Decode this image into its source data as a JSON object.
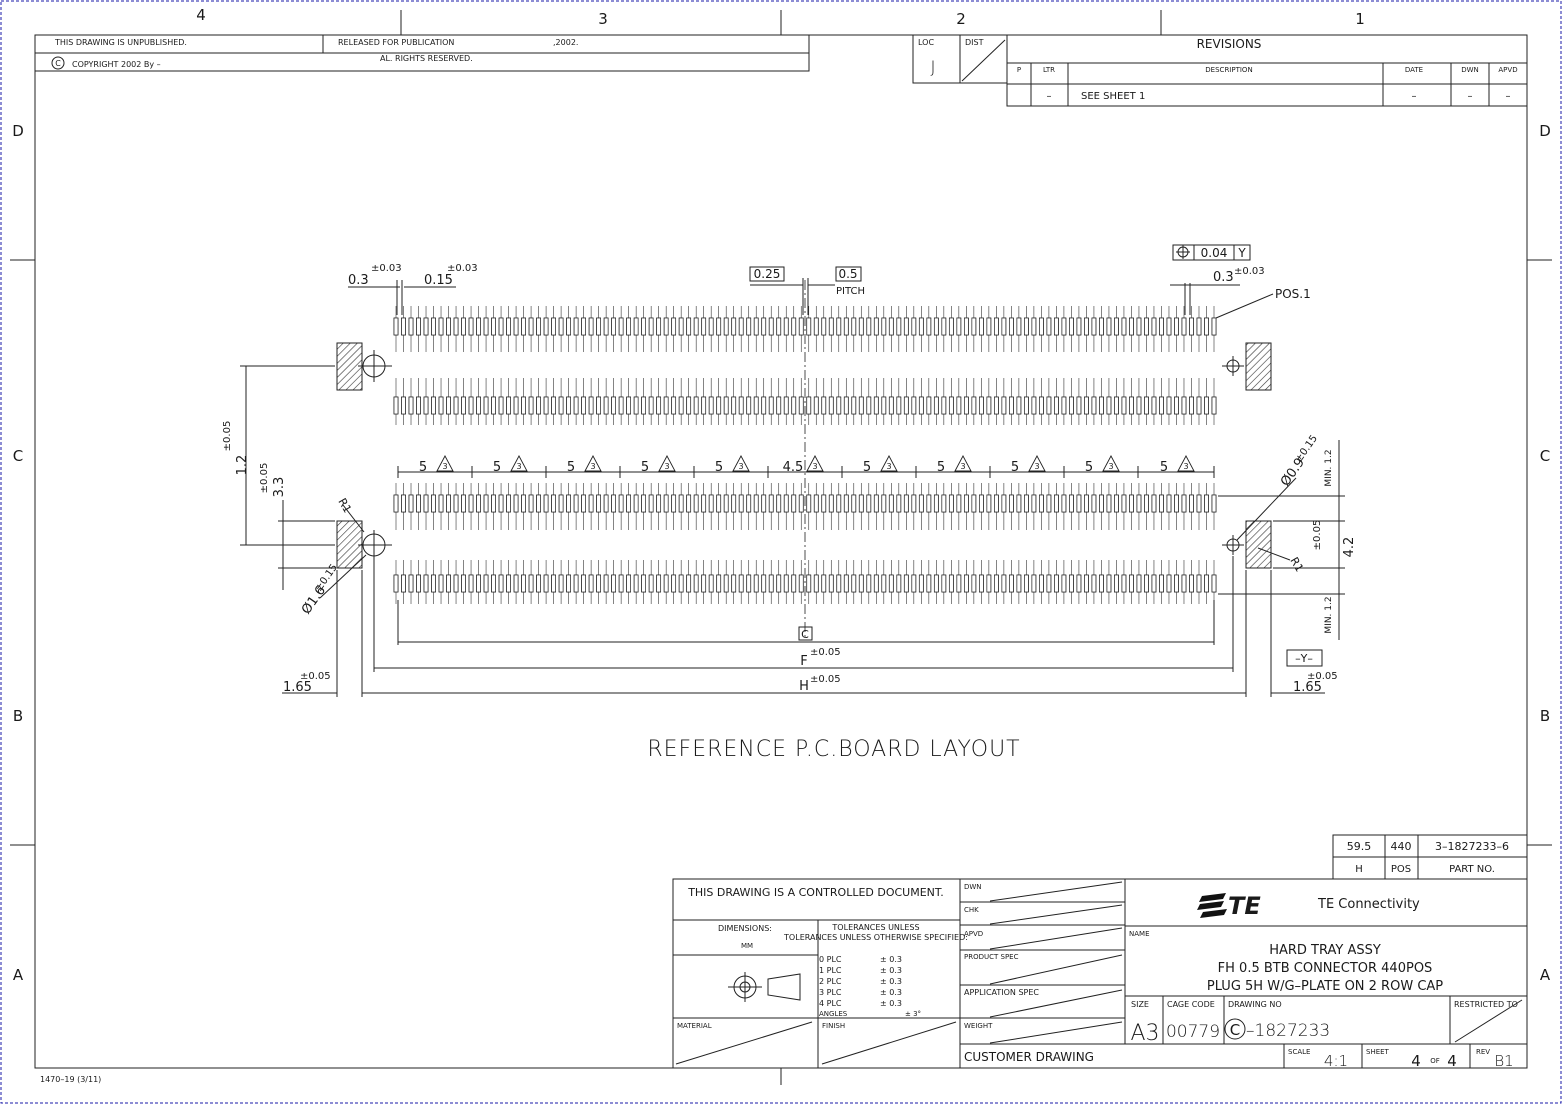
{
  "border": {
    "columns": [
      "4",
      "3",
      "2",
      "1"
    ],
    "rows": [
      "D",
      "C",
      "B",
      "A"
    ]
  },
  "top_block": {
    "unpublished": "THIS DRAWING IS UNPUBLISHED.",
    "released": "RELEASED FOR PUBLICATION",
    "year": ",2002.",
    "copyright": "COPYRIGHT 2002 By –",
    "rights": "AL. RIGHTS RESERVED."
  },
  "loc_dist": {
    "loc_label": "LOC",
    "loc_value": "J",
    "dist_label": "DIST"
  },
  "revisions": {
    "title": "REVISIONS",
    "headers": [
      "P",
      "LTR",
      "DESCRIPTION",
      "DATE",
      "DWN",
      "APVD"
    ],
    "row": [
      "",
      "–",
      "SEE SHEET 1",
      "–",
      "–",
      "–"
    ]
  },
  "drawing": {
    "title": "REFERENCE P.C.BOARD LAYOUT",
    "pos1": "POS.1",
    "pitch": "PITCH",
    "dim_c": "C",
    "dim_f": "F",
    "dim_h": "H",
    "datum_y": "–Y–",
    "fcf_value": "0.04",
    "fcf_datum": "Y",
    "tol_003a": "±0.03",
    "tol_003b": "±0.03",
    "tol_003c": "±0.03",
    "tol_005_f": "±0.05",
    "tol_005_h": "±0.05",
    "tol_005_l": "±0.05",
    "tol_005_r": "±0.05",
    "tol_005_v12": "±0.05",
    "tol_005_v33": "±0.05",
    "tol_005_v42": "±0.05",
    "tol_015_l": "±0.15",
    "tol_015_r": "±0.15",
    "d_03a": "0.3",
    "d_015": "0.15",
    "d_025": "0.25",
    "d_05": "0.5",
    "d_03b": "0.3",
    "d_12": "1.2",
    "d_33": "3.3",
    "d_42": "4.2",
    "d_165l": "1.65",
    "d_165r": "1.65",
    "d_r1l": "R1",
    "d_r1r": "R1",
    "d_dia16": "Ø1.6",
    "d_dia09": "Ø0.9",
    "d_min12a": "MIN. 1.2",
    "d_min12b": "MIN. 1.2",
    "spacing_values": [
      "5",
      "5",
      "5",
      "5",
      "5",
      "4.5",
      "5",
      "5",
      "5",
      "5",
      "5"
    ],
    "flag_note": "3"
  },
  "part_table": {
    "row1": [
      "59.5",
      "440",
      "3–1827233–6"
    ],
    "row2": [
      "H",
      "POS",
      "PART NO."
    ]
  },
  "title_block": {
    "controlled": "THIS DRAWING IS A CONTROLLED DOCUMENT.",
    "dimensions_label": "DIMENSIONS:",
    "dimensions_unit": "MM",
    "tolerances_label": "TOLERANCES UNLESS OTHERWISE SPECIFIED:",
    "tolerances": [
      {
        "plc": "0 PLC",
        "val": "± 0.3"
      },
      {
        "plc": "1 PLC",
        "val": "± 0.3"
      },
      {
        "plc": "2 PLC",
        "val": "± 0.3"
      },
      {
        "plc": "3 PLC",
        "val": "± 0.3"
      },
      {
        "plc": "4 PLC",
        "val": "± 0.3"
      }
    ],
    "angles_label": "ANGLES",
    "angles_value": "± 3°",
    "material": "MATERIAL",
    "finish": "FINISH",
    "dwn": "DWN",
    "chk": "CHK",
    "apvd": "APVD",
    "product_spec": "PRODUCT SPEC",
    "application_spec": "APPLICATION SPEC",
    "weight": "WEIGHT",
    "customer_drawing": "CUSTOMER DRAWING",
    "company": "TE Connectivity",
    "logo_text": "TE",
    "name_label": "NAME",
    "name_lines": [
      "HARD TRAY ASSY",
      "FH 0.5 BTB CONNECTOR 440POS",
      "PLUG 5H W/G–PLATE ON 2 ROW CAP"
    ],
    "size_label": "SIZE",
    "size_value": "A3",
    "cage_label": "CAGE CODE",
    "cage_value": "00779",
    "dwg_label": "DRAWING NO",
    "dwg_prefix": "C",
    "dwg_value": "–1827233",
    "restricted": "RESTRICTED TO",
    "scale_label": "SCALE",
    "scale_value": "4:1",
    "sheet_label": "SHEET",
    "sheet_value": "4",
    "sheet_of": "OF",
    "sheet_total": "4",
    "rev_label": "REV",
    "rev_value": "B1"
  },
  "form_number": "1470–19 (3/11)"
}
